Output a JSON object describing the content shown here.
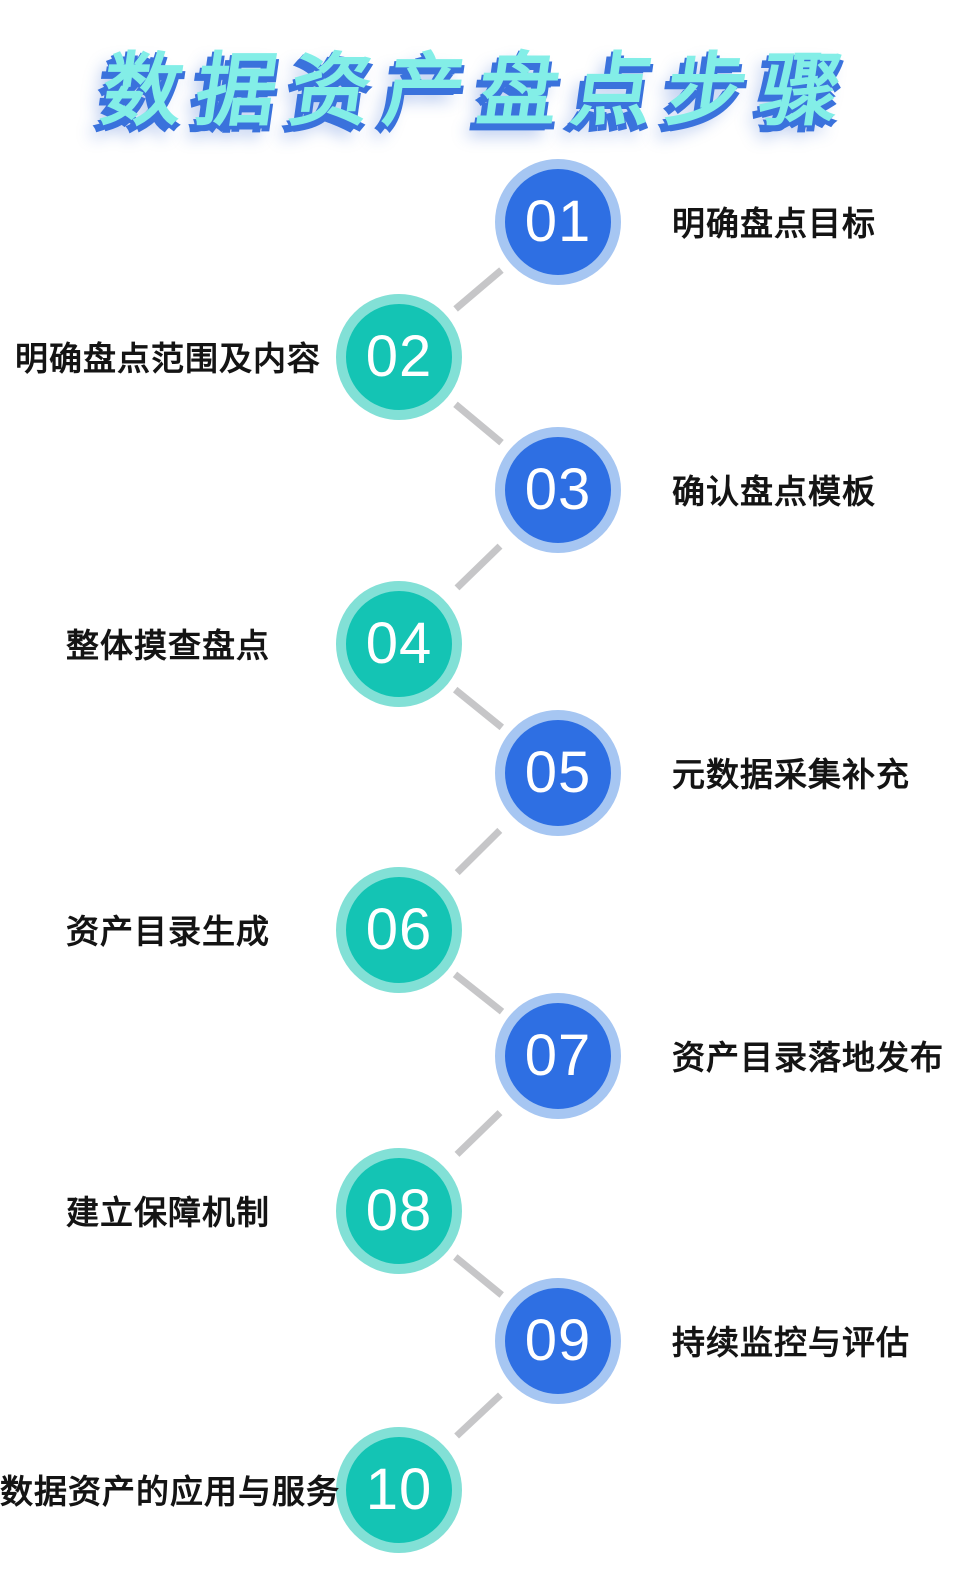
{
  "title": "数据资产盘点步骤",
  "colors": {
    "background": "#FFFFFF",
    "blue": "#2E6FE3",
    "blue_ring": "#A6C6F2",
    "teal": "#14C4B4",
    "teal_ring": "#82E0D6",
    "connector": "#C6C6C8",
    "label": "#141414",
    "number": "#FFFFFF",
    "title_fill": "#83EEE7",
    "title_shadow": "#3A72DC"
  },
  "steps": [
    {
      "number": "01",
      "label": "明确盘点目标",
      "side": "right",
      "color": "blue"
    },
    {
      "number": "02",
      "label": "明确盘点范围及内容",
      "side": "left",
      "color": "teal"
    },
    {
      "number": "03",
      "label": "确认盘点模板",
      "side": "right",
      "color": "blue"
    },
    {
      "number": "04",
      "label": "整体摸查盘点",
      "side": "left",
      "color": "teal"
    },
    {
      "number": "05",
      "label": "元数据采集补充",
      "side": "right",
      "color": "blue"
    },
    {
      "number": "06",
      "label": "资产目录生成",
      "side": "left",
      "color": "teal"
    },
    {
      "number": "07",
      "label": "资产目录落地发布",
      "side": "right",
      "color": "blue"
    },
    {
      "number": "08",
      "label": "建立保障机制",
      "side": "left",
      "color": "teal"
    },
    {
      "number": "09",
      "label": "持续监控与评估",
      "side": "right",
      "color": "blue"
    },
    {
      "number": "10",
      "label": "数据资产的应用与服务",
      "side": "left",
      "color": "teal"
    }
  ]
}
